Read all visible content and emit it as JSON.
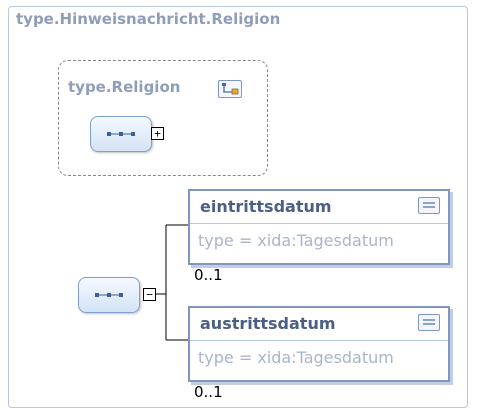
{
  "complex_type": {
    "name": "type.Hinweisnachricht.Religion"
  },
  "inheritance": {
    "base_type": "type.Religion",
    "type_icon": "complex-type-icon",
    "sequence_icon": "sequence-icon",
    "expander": "+"
  },
  "sequence": {
    "icon": "sequence-icon",
    "expander": "−",
    "elements": [
      {
        "name": "eintrittsdatum",
        "type": "type = xida:Tagesdatum",
        "occurs": "0..1",
        "doc_icon": "documentation-icon"
      },
      {
        "name": "austrittsdatum",
        "type": "type = xida:Tagesdatum",
        "occurs": "0..1",
        "doc_icon": "documentation-icon"
      }
    ]
  },
  "colors": {
    "title": "#8f9eb8",
    "element_border": "#7f96c3",
    "element_name": "#4b5e85",
    "type_text": "#a8b5ca",
    "sequence_border": "#7ea0cf"
  }
}
